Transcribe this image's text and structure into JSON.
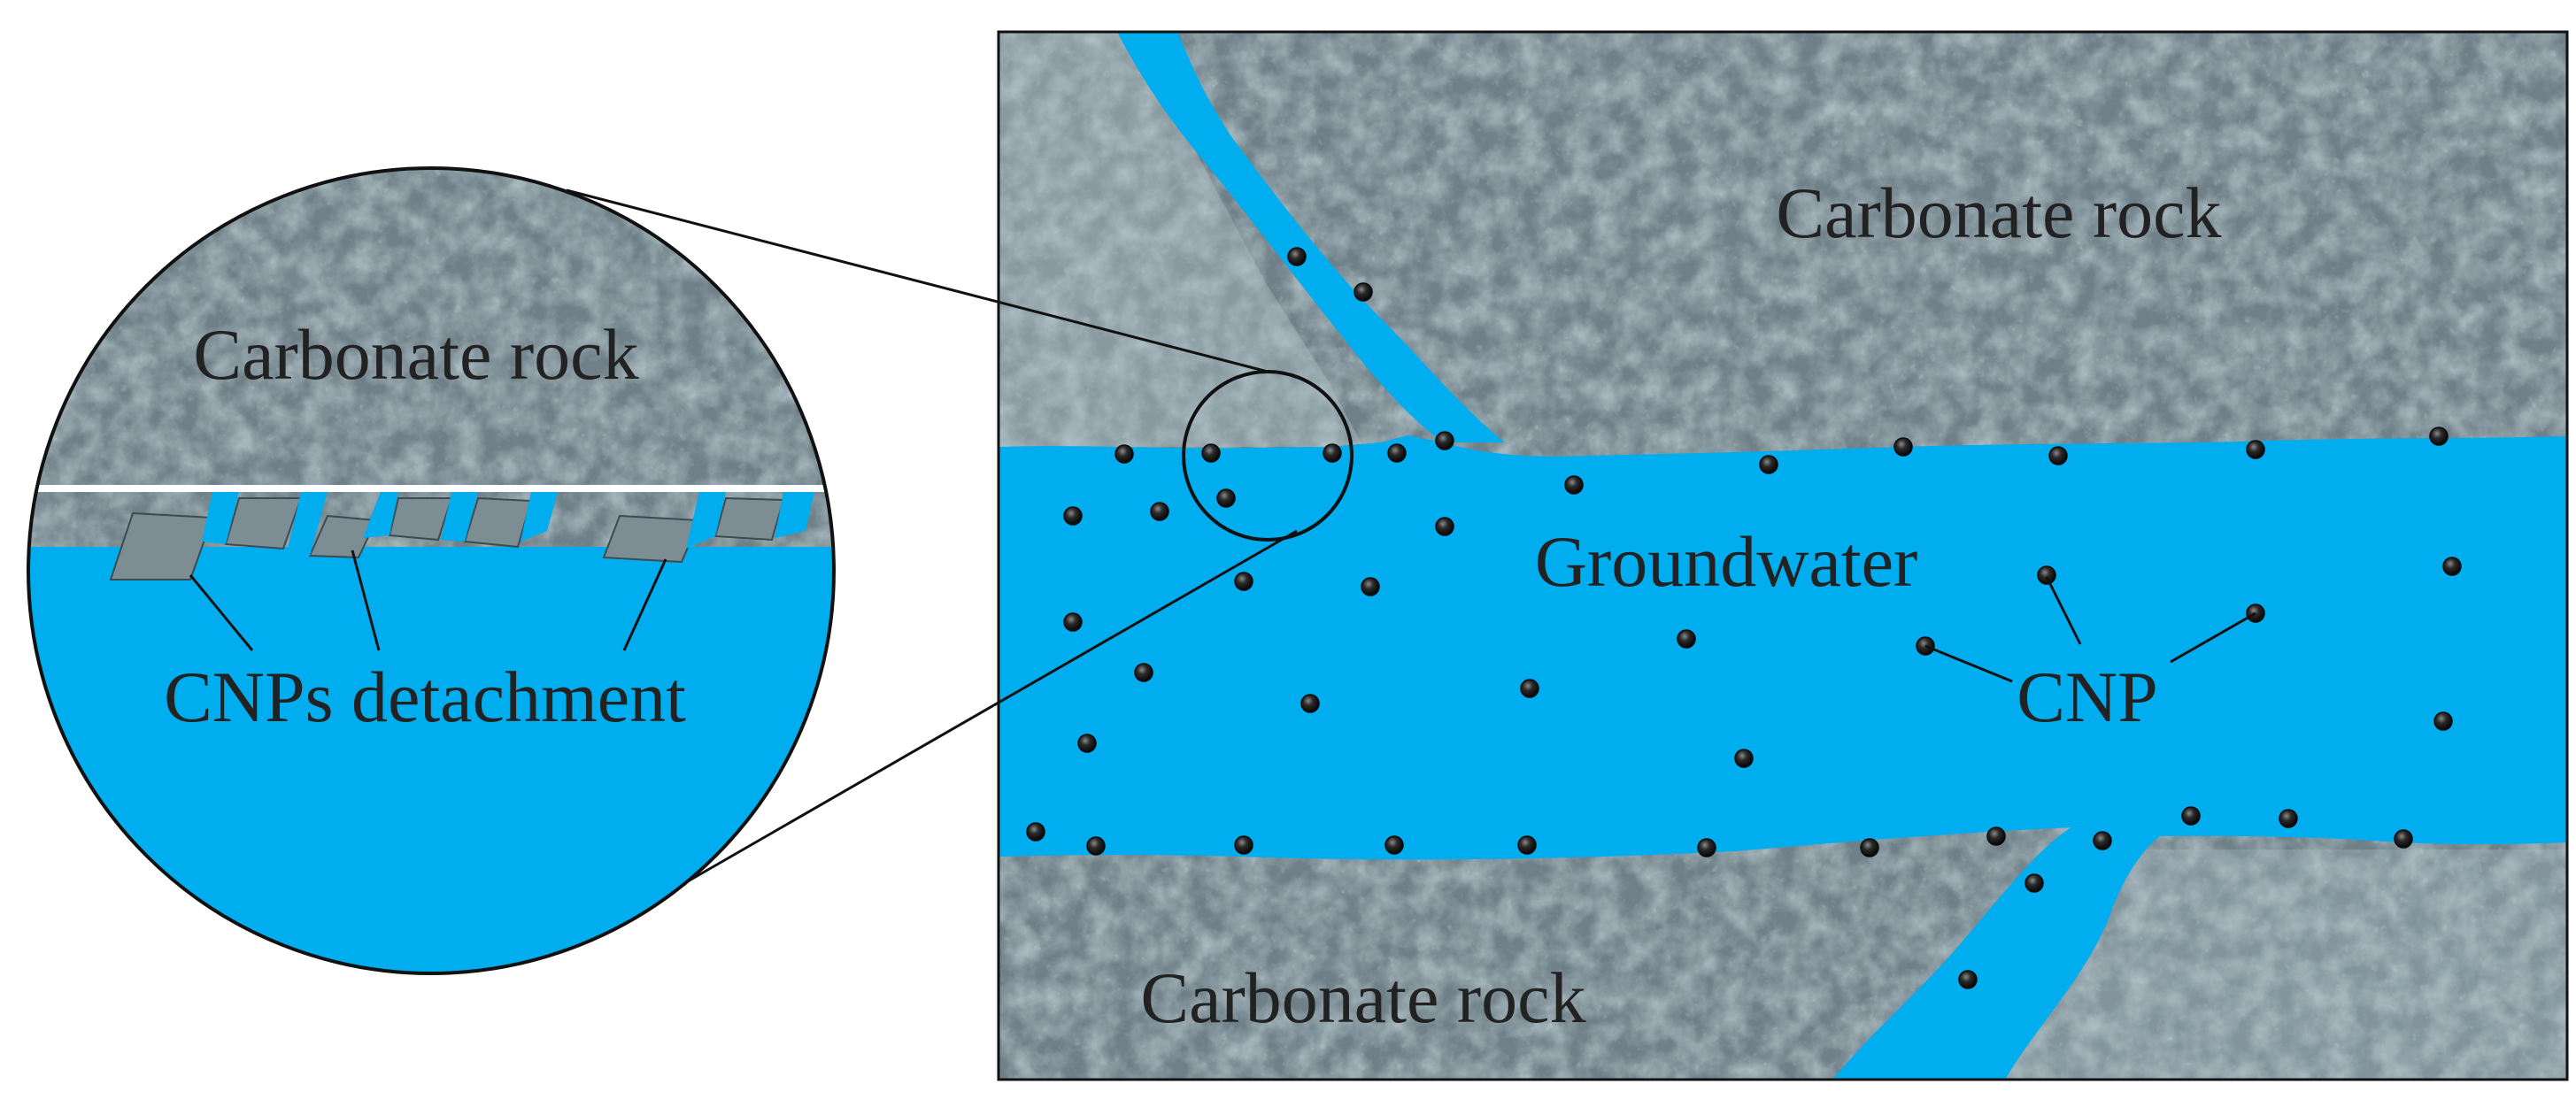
{
  "labels": {
    "rock_top_main": "Carbonate rock",
    "rock_bottom_main": "Carbonate rock",
    "groundwater": "Groundwater",
    "cnp": "CNP",
    "rock_inset": "Carbonate rock",
    "detachment": "CNPs detachment"
  },
  "colors": {
    "water": "#00adef",
    "rock": "#6f8088",
    "rock_light": "#9fb0b8",
    "particle": "#1f1f1f",
    "outline": "#111111",
    "text": "#222222"
  }
}
